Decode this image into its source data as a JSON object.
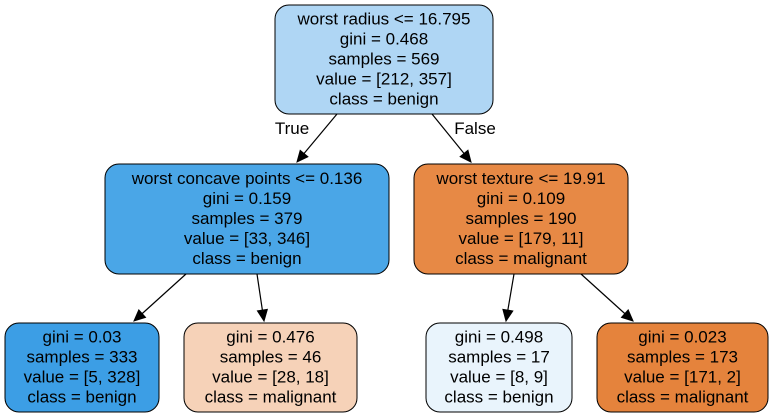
{
  "nodes": [
    {
      "id": "root",
      "lines": [
        "worst radius <= 16.795",
        "gini = 0.468",
        "samples = 569",
        "value = [212, 357]",
        "class = benign"
      ],
      "fill": "#afd6f4"
    },
    {
      "id": "left",
      "lines": [
        "worst concave points <= 0.136",
        "gini = 0.159",
        "samples = 379",
        "value = [33, 346]",
        "class = benign"
      ],
      "fill": "#4aa6e7"
    },
    {
      "id": "right",
      "lines": [
        "worst texture <= 19.91",
        "gini = 0.109",
        "samples = 190",
        "value = [179, 11]",
        "class = malignant"
      ],
      "fill": "#e78945"
    },
    {
      "id": "ll",
      "lines": [
        "gini = 0.03",
        "samples = 333",
        "value = [5, 328]",
        "class = benign"
      ],
      "fill": "#3c9ee5"
    },
    {
      "id": "lr",
      "lines": [
        "gini = 0.476",
        "samples = 46",
        "value = [28, 18]",
        "class = malignant"
      ],
      "fill": "#f6d2b8"
    },
    {
      "id": "rl",
      "lines": [
        "gini = 0.498",
        "samples = 17",
        "value = [8, 9]",
        "class = benign"
      ],
      "fill": "#e9f4fc"
    },
    {
      "id": "rr",
      "lines": [
        "gini = 0.023",
        "samples = 173",
        "value = [171, 2]",
        "class = malignant"
      ],
      "fill": "#e5833c"
    }
  ],
  "edges": [
    {
      "from": "root",
      "to": "left",
      "label": "True"
    },
    {
      "from": "root",
      "to": "right",
      "label": "False"
    },
    {
      "from": "left",
      "to": "ll",
      "label": ""
    },
    {
      "from": "left",
      "to": "lr",
      "label": ""
    },
    {
      "from": "right",
      "to": "rl",
      "label": ""
    },
    {
      "from": "right",
      "to": "rr",
      "label": ""
    }
  ]
}
